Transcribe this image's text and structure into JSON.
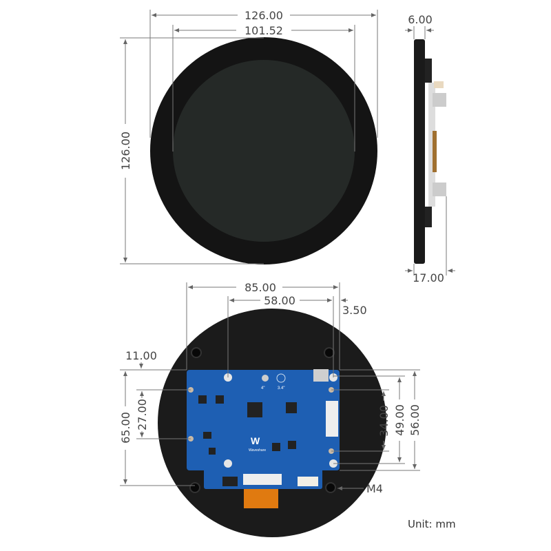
{
  "dimensions": {
    "front_width": "126.00",
    "screen_diameter": "101.52",
    "front_height": "126.00",
    "side_panel_thickness": "6.00",
    "side_total_depth": "17.00",
    "board_width": "85.00",
    "hole_spacing_x": "58.00",
    "hole_edge_offset": "3.50",
    "top_offset": "11.00",
    "board_height": "65.00",
    "hole_spacing_left": "27.00",
    "hole_spacing_right_inner": "34.00",
    "hole_spacing_right": "49.00",
    "board_height_right": "56.00",
    "screw": "M4"
  },
  "board": {
    "size_label_1": "4\"",
    "size_label_2": "3.4\"",
    "logo_text": "Waveshare"
  },
  "unit": "Unit: mm",
  "colors": {
    "case": "#141414",
    "screen": "#252927",
    "pcb": "#1e5fb3",
    "dim_line": "#777777"
  }
}
